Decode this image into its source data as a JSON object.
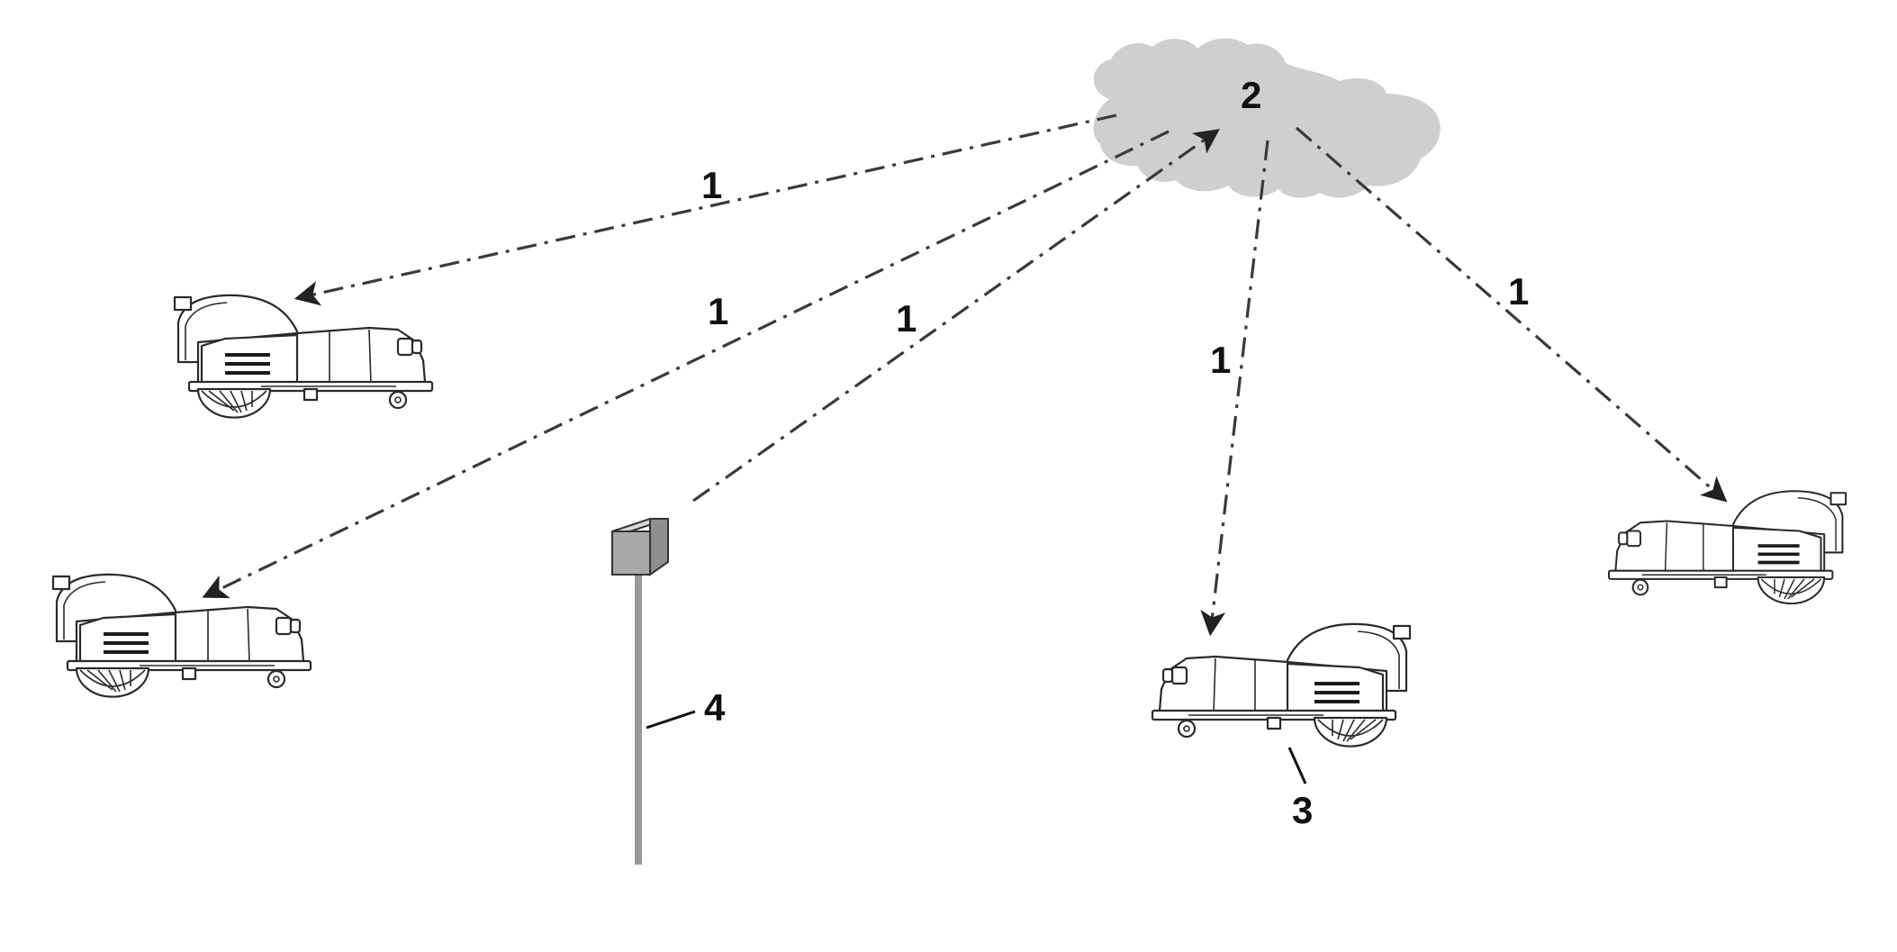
{
  "labels": {
    "link_label": "1",
    "cloud_label": "2",
    "mower_label": "3",
    "station_label": "4"
  },
  "colors": {
    "cloud": "#cfcfcf",
    "station_box": "#a9a9a9",
    "pole": "#9a9a9a",
    "line": "#3a3a3a"
  },
  "icons": {
    "cloud": "cloud-icon",
    "mower": "robotic-lawnmower-icon",
    "station": "reference-station-icon"
  }
}
